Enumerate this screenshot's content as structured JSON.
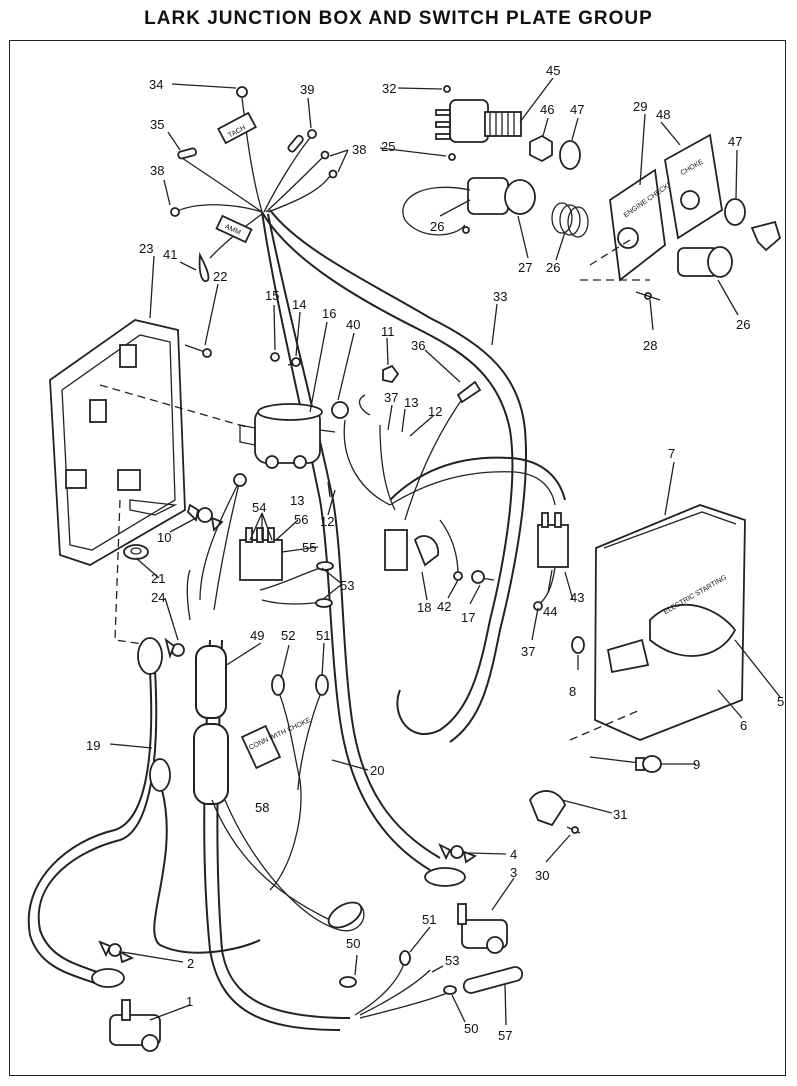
{
  "title": "LARK JUNCTION BOX AND SWITCH PLATE GROUP",
  "part_numbers": [
    "1",
    "2",
    "3",
    "4",
    "5",
    "6",
    "7",
    "8",
    "9",
    "10",
    "11",
    "12",
    "13",
    "14",
    "15",
    "16",
    "17",
    "18",
    "19",
    "20",
    "21",
    "22",
    "23",
    "24",
    "25",
    "26",
    "27",
    "28",
    "29",
    "30",
    "31",
    "32",
    "33",
    "34",
    "35",
    "36",
    "37",
    "38",
    "39",
    "40",
    "41",
    "42",
    "43",
    "44",
    "45",
    "46",
    "47",
    "48",
    "49",
    "50",
    "51",
    "52",
    "53",
    "54",
    "55",
    "56",
    "57",
    "58"
  ],
  "wire_tags": {
    "tach": "TACH",
    "amm": "AMM",
    "plate_1": "ENGINE CHECKER",
    "plate_2": "CHOKE",
    "cable_tag": "CONN WITH CHOKE"
  },
  "cover_text": "ELECTRIC STARTING"
}
